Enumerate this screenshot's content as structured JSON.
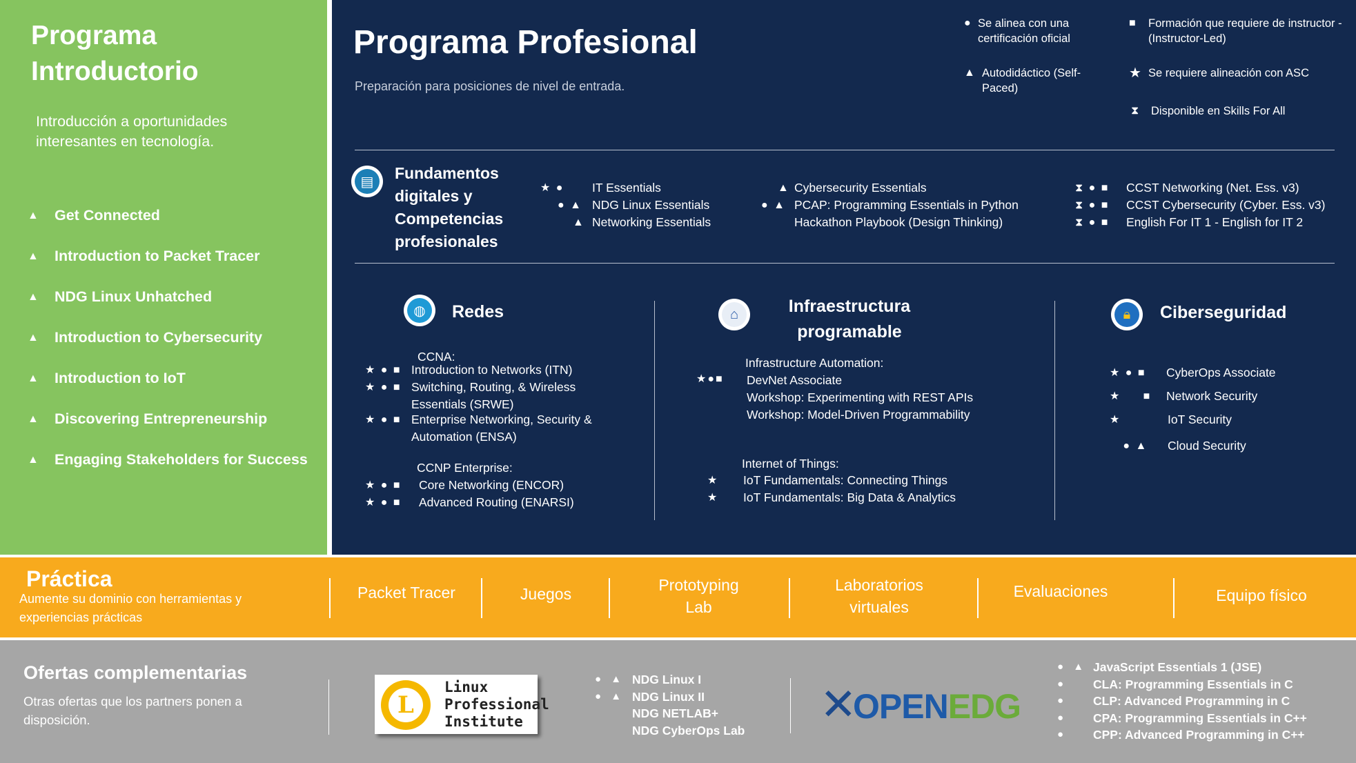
{
  "intro": {
    "title": "Programa Introductorio",
    "subtitle": "Introducción a oportunidades interesantes en tecnología.",
    "courses": [
      "Get Connected",
      "Introduction to Packet Tracer",
      "NDG Linux Unhatched",
      "Introduction to Cybersecurity",
      "Introduction to IoT",
      "Discovering Entrepreneurship",
      "Engaging Stakeholders for Success"
    ],
    "course_symbol": "▲"
  },
  "professional": {
    "title": "Programa Profesional",
    "subtitle": "Preparación para posiciones de nivel de entrada.",
    "legend": [
      {
        "symbol": "●",
        "label": "Se alinea con una certificación oficial"
      },
      {
        "symbol": "■",
        "label": "Formación que requiere de instructor - (Instructor-Led)"
      },
      {
        "symbol": "▲",
        "label": "Autodidáctico (Self-Paced)"
      },
      {
        "symbol": "★",
        "label": "Se requiere alineación con ASC"
      },
      {
        "symbol": "⧗",
        "label": "Disponible en Skills For All"
      }
    ],
    "fundamentos": {
      "title": "Fundamentos digitales y Competencias profesionales",
      "icon": "document-icon",
      "col1": [
        {
          "symbols": "★ ●",
          "label": "IT Essentials"
        },
        {
          "symbols": "● ▲",
          "label": "NDG Linux Essentials"
        },
        {
          "symbols": "▲",
          "label": "Networking Essentials"
        }
      ],
      "col2": [
        {
          "symbols": "▲",
          "label": "Cybersecurity Essentials"
        },
        {
          "symbols": "● ▲",
          "label": "PCAP: Programming Essentials in Python"
        },
        {
          "symbols": "",
          "label": "Hackathon Playbook (Design Thinking)"
        }
      ],
      "col3": [
        {
          "symbols": "⧗ ● ■",
          "label": "CCST Networking (Net. Ess. v3)"
        },
        {
          "symbols": "⧗ ● ■",
          "label": "CCST Cybersecurity (Cyber. Ess. v3)"
        },
        {
          "symbols": "⧗ ● ■",
          "label": "English For IT 1 - English for IT 2"
        }
      ]
    },
    "redes": {
      "title": "Redes",
      "icon": "globe-icon",
      "ccna_label": "CCNA:",
      "ccna": [
        {
          "symbols": "★ ● ■",
          "label": "Introduction to Networks (ITN)"
        },
        {
          "symbols": "★ ● ■",
          "label": "Switching, Routing, & Wireless"
        },
        {
          "symbols": "",
          "label": "Essentials (SRWE)"
        },
        {
          "symbols": "★ ● ■",
          "label": "Enterprise Networking, Security &"
        },
        {
          "symbols": "",
          "label": "Automation (ENSA)"
        }
      ],
      "ccnp_label": "CCNP Enterprise:",
      "ccnp": [
        {
          "symbols": "★ ● ■",
          "label": "Core Networking (ENCOR)"
        },
        {
          "symbols": "★ ● ■",
          "label": "Advanced Routing (ENARSI)"
        }
      ]
    },
    "infra": {
      "title": "Infraestructura programable",
      "icon": "iot-devices-icon",
      "automation_label": "Infrastructure Automation:",
      "automation_symbols": "★●■",
      "automation": [
        "DevNet Associate",
        "Workshop: Experimenting with REST APIs",
        "Workshop: Model-Driven Programmability"
      ],
      "iot_label": "Internet of Things:",
      "iot": [
        {
          "symbols": "★",
          "label": "IoT Fundamentals: Connecting Things"
        },
        {
          "symbols": "★",
          "label": "IoT Fundamentals: Big Data & Analytics"
        }
      ]
    },
    "ciber": {
      "title": "Ciberseguridad",
      "icon": "lock-icon",
      "courses": [
        {
          "symbols": "★ ● ■",
          "label": "CyberOps Associate"
        },
        {
          "symbols": "★     ■",
          "label": "Network Security"
        },
        {
          "symbols": "★",
          "label": "IoT Security"
        },
        {
          "symbols": "   ● ▲",
          "label": "Cloud Security"
        }
      ]
    }
  },
  "practice": {
    "title": "Práctica",
    "subtitle": "Aumente su dominio con herramientas y experiencias prácticas",
    "items": [
      "Packet Tracer",
      "Juegos",
      "Prototyping Lab",
      "Laboratorios virtuales",
      "Evaluaciones",
      "Equipo físico"
    ]
  },
  "complementary": {
    "title": "Ofertas complementarias",
    "subtitle": "Otras ofertas que los partners ponen a disposición.",
    "lpi_logo_text": [
      "Linux",
      "Professional",
      "Institute"
    ],
    "lpi_courses": [
      {
        "symbols": "● ▲",
        "label": "NDG Linux I"
      },
      {
        "symbols": "● ▲",
        "label": "NDG Linux II"
      },
      {
        "symbols": "",
        "label": "NDG NETLAB+"
      },
      {
        "symbols": "",
        "label": "NDG CyberOps Lab"
      }
    ],
    "openedg_logo": {
      "part1": "OPEN",
      "part2": "EDG"
    },
    "openedg_courses": [
      {
        "symbols": "● ▲",
        "label": "JavaScript Essentials 1 (JSE)"
      },
      {
        "symbols": "●",
        "label": "CLA: Programming Essentials in C"
      },
      {
        "symbols": "●",
        "label": "CLP: Advanced Programming in C"
      },
      {
        "symbols": "●",
        "label": "CPA: Programming Essentials in C++"
      },
      {
        "symbols": "●",
        "label": "CPP: Advanced Programming in C++"
      }
    ]
  },
  "colors": {
    "green": "#86c45f",
    "navy": "#13294e",
    "orange": "#f8aa1d",
    "grey": "#a6a6a6"
  }
}
